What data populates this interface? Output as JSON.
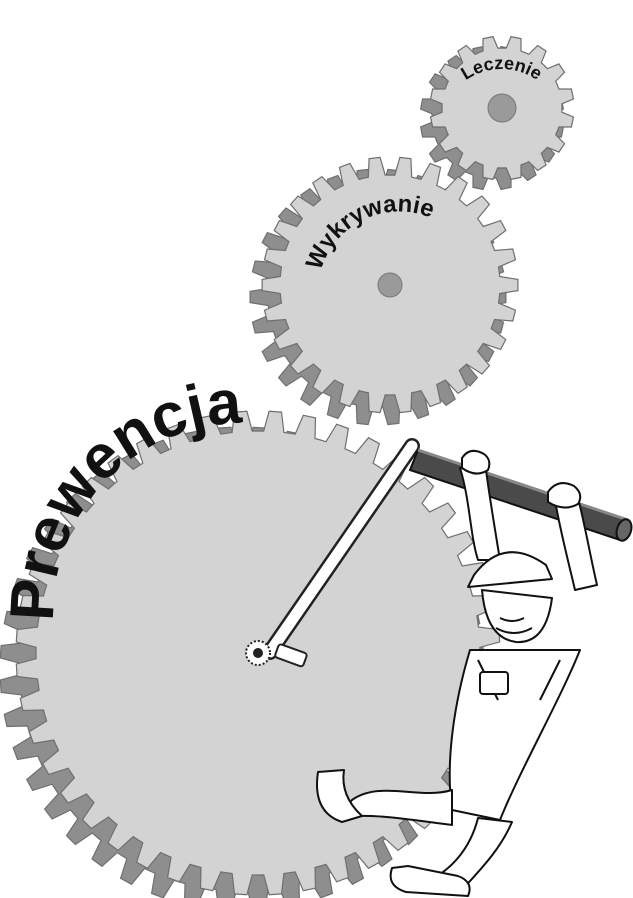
{
  "labels": {
    "small_gear": "Leczenie",
    "medium_gear": "Wykrywanie",
    "large_gear": "Prewencja"
  },
  "colors": {
    "gear_face": "#d3d3d3",
    "gear_side": "#8e8e8e",
    "gear_outline": "#6f6f6f",
    "hub": "#9a9a9a",
    "bar": "#4a4a4a",
    "ink": "#111111"
  }
}
